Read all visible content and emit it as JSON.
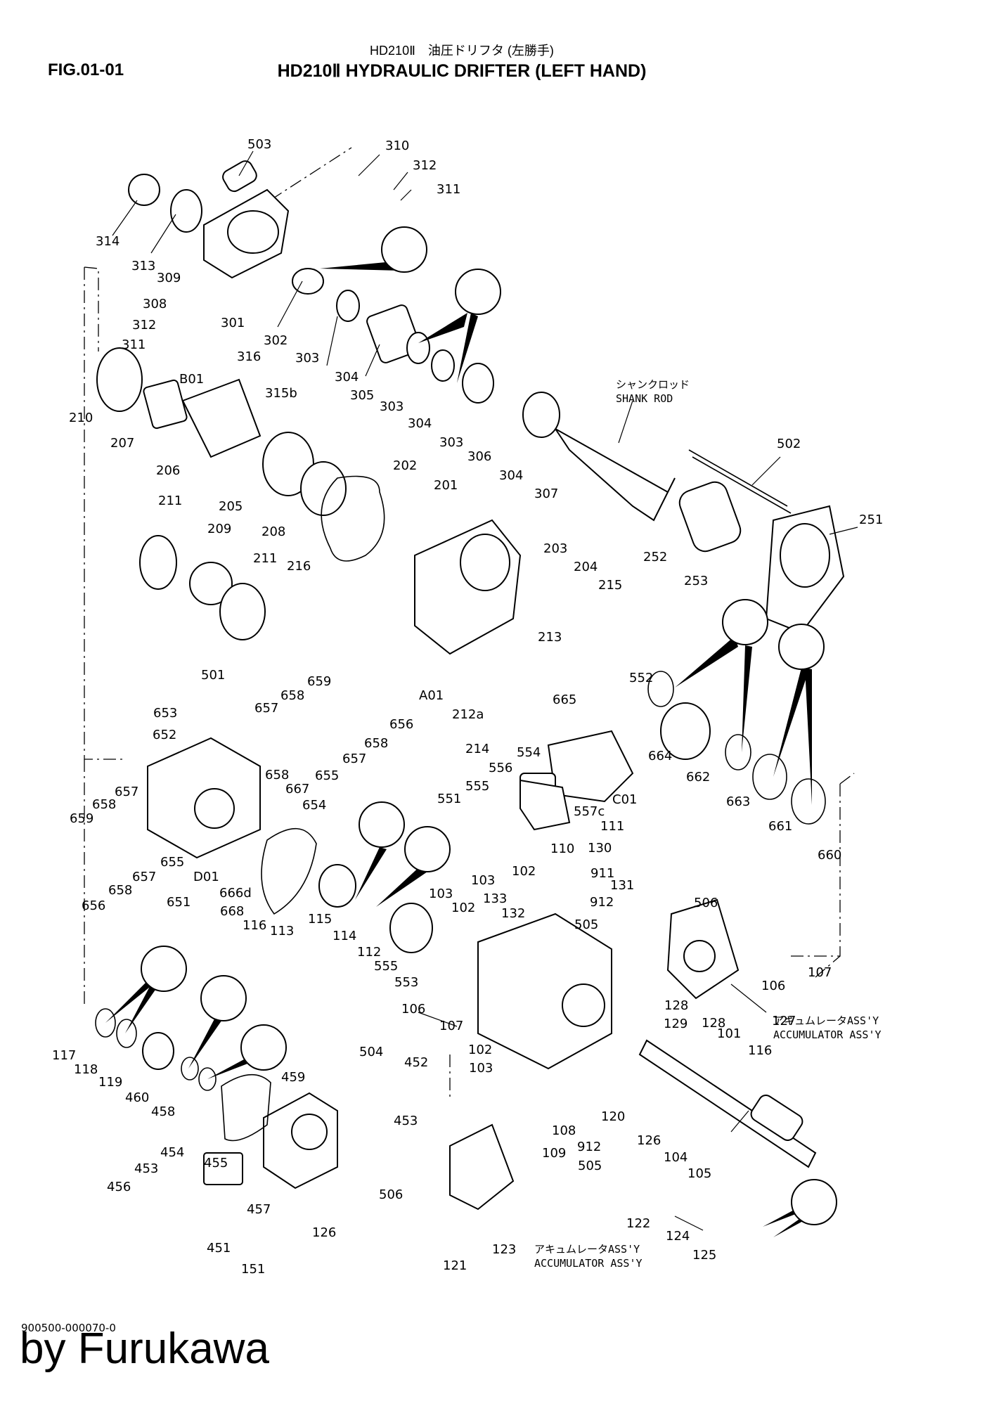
{
  "header": {
    "figure_number": "FIG.01-01",
    "title_jp": "HD210Ⅱ　油圧ドリフタ (左勝手)",
    "title_en": "HD210Ⅱ  HYDRAULIC DRIFTER (LEFT HAND)"
  },
  "annotations": {
    "shank_rod_jp": "シャンクロッド",
    "shank_rod_en": "SHANK ROD",
    "accumulator_jp": "アキュムレータASS'Y",
    "accumulator_en": "ACCUMULATOR ASS'Y"
  },
  "footer": {
    "drawing_number": "900500-000070-0",
    "brand": "by Furukawa"
  },
  "part_labels": [
    "503",
    "310",
    "312",
    "311",
    "314",
    "313",
    "309",
    "308",
    "312",
    "311",
    "301",
    "316",
    "302",
    "303",
    "304",
    "305",
    "B01",
    "315b",
    "210",
    "207",
    "206",
    "205",
    "208",
    "303",
    "304",
    "303",
    "306",
    "304",
    "307",
    "502",
    "211",
    "209",
    "211",
    "216",
    "202",
    "201",
    "203",
    "204",
    "215",
    "252",
    "253",
    "251",
    "213",
    "A01",
    "212a",
    "214",
    "665",
    "552",
    "664",
    "662",
    "663",
    "661",
    "660",
    "501",
    "653",
    "652",
    "659",
    "658",
    "657",
    "656",
    "658",
    "657",
    "655",
    "658",
    "667",
    "654",
    "659",
    "658",
    "657",
    "656",
    "658",
    "657",
    "655",
    "651",
    "D01",
    "666d",
    "668",
    "116",
    "113",
    "115",
    "114",
    "112",
    "555",
    "553",
    "554",
    "556",
    "555",
    "551",
    "557c",
    "C01",
    "111",
    "110",
    "130",
    "911",
    "103",
    "102",
    "103",
    "102",
    "133",
    "132",
    "131",
    "912",
    "505",
    "506",
    "107",
    "106",
    "106",
    "107",
    "102",
    "103",
    "128",
    "129",
    "128",
    "101",
    "116",
    "120",
    "117",
    "118",
    "119",
    "460",
    "458",
    "459",
    "504",
    "452",
    "453",
    "454",
    "455",
    "453",
    "456",
    "457",
    "451",
    "151",
    "126",
    "127",
    "126",
    "104",
    "105",
    "108",
    "109",
    "912",
    "505",
    "506",
    "121",
    "123",
    "122",
    "124",
    "125"
  ]
}
